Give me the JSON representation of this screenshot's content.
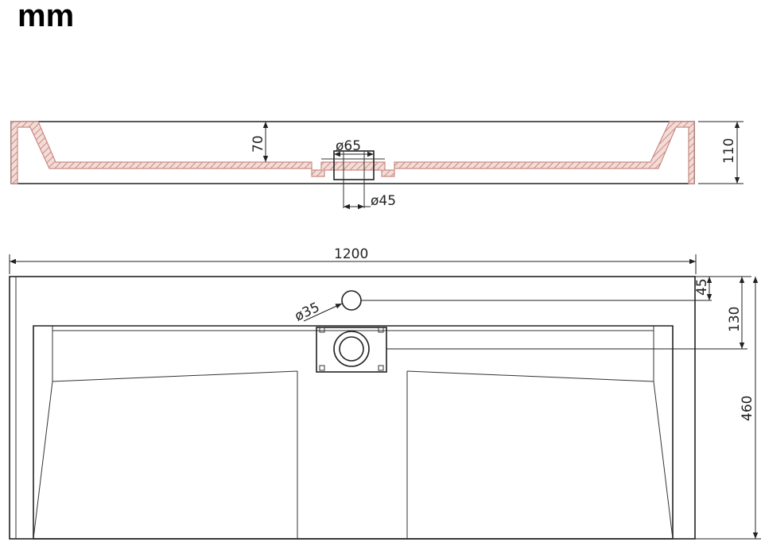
{
  "header": {
    "unit_label": "mm"
  },
  "section_view": {
    "dims": {
      "depth_label": "70",
      "height_label": "110",
      "top_drain_label": "ø65",
      "bottom_drain_label": "ø45"
    }
  },
  "plan_view": {
    "dims": {
      "width_label": "1200",
      "tap_hole_label": "ø35",
      "tap_offset_label": "45",
      "drain_offset_label": "130",
      "depth_label": "460"
    }
  },
  "colors": {
    "section_hatch": "#c98b82",
    "line": "#222222"
  }
}
